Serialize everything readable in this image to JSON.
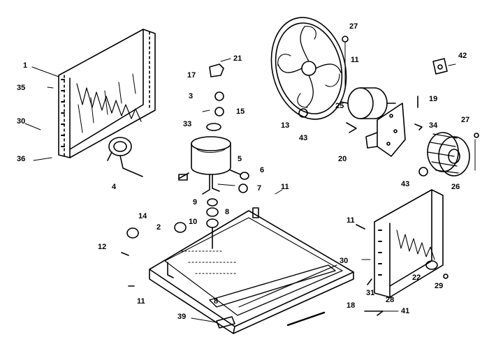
{
  "diagram": {
    "ink_color": "#000000",
    "paper_color": "#ffffff",
    "callouts": {
      "c1": "1",
      "c2": "2",
      "c3": "3",
      "c4": "4",
      "c5": "5",
      "c6": "6",
      "c7": "7",
      "c8a": "8",
      "c8b": "8",
      "c9": "9",
      "c10": "10",
      "c11a": "11",
      "c11b": "11",
      "c11c": "11",
      "c11d": "11",
      "c12": "12",
      "c13": "13",
      "c14": "14",
      "c15": "15",
      "c17": "17",
      "c18": "18",
      "c19": "19",
      "c20": "20",
      "c21": "21",
      "c22": "22",
      "c25": "25",
      "c26": "26",
      "c27a": "27",
      "c27b": "27",
      "c28": "28",
      "c29": "29",
      "c30a": "30",
      "c30b": "30",
      "c31": "31",
      "c33": "33",
      "c34": "34",
      "c35": "35",
      "c36": "36",
      "c39": "39",
      "c41": "41",
      "c42": "42",
      "c43a": "43",
      "c43b": "43"
    }
  }
}
